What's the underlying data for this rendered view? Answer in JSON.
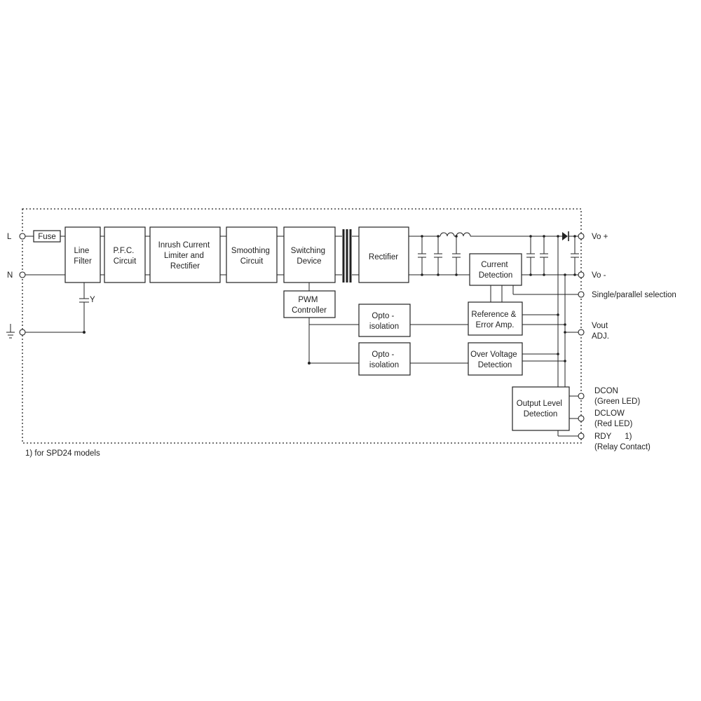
{
  "inputs": {
    "l": "L",
    "n": "N"
  },
  "blocks": {
    "fuse": [
      "Fuse"
    ],
    "line_filter": [
      "Line",
      "Filter"
    ],
    "pfc": [
      "P.F.C.",
      "Circuit"
    ],
    "inrush": [
      "Inrush Current",
      "Limiter and",
      "Rectifier"
    ],
    "smoothing": [
      "Smoothing",
      "Circuit"
    ],
    "switching": [
      "Switching",
      "Device"
    ],
    "rectifier": [
      "Rectifier"
    ],
    "pwm": [
      "PWM",
      "Controller"
    ],
    "opto1": [
      "Opto -",
      "isolation"
    ],
    "opto2": [
      "Opto -",
      "isolation"
    ],
    "current_detection": [
      "Current",
      "Detection"
    ],
    "reference": [
      "Reference &",
      "Error Amp."
    ],
    "over_voltage": [
      "Over Voltage",
      "Detection"
    ],
    "output_level": [
      "Output Level",
      "Detection"
    ]
  },
  "y_cap": "Y",
  "outputs": {
    "vo_plus": "Vo +",
    "vo_minus": "Vo -",
    "single_parallel": "Single/parallel selection",
    "vout_adj": [
      "Vout",
      "ADJ."
    ],
    "dcon": [
      "DCON",
      "(Green LED)"
    ],
    "dclow": [
      "DCLOW",
      "(Red LED)"
    ],
    "rdy": [
      "RDY      1)",
      "(Relay Contact)"
    ]
  },
  "footnote": "1) for SPD24 models"
}
